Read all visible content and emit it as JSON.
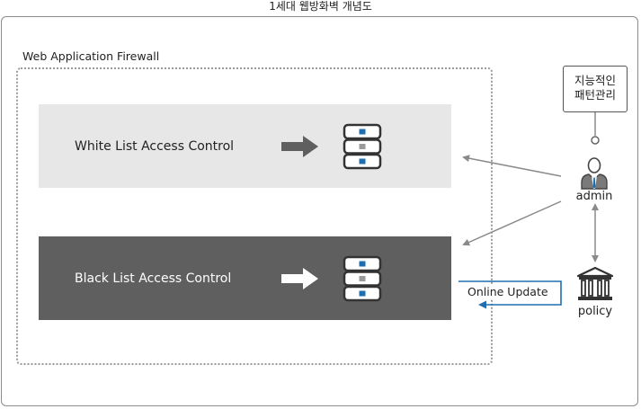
{
  "title": "1세대 웹방화벽 개념도",
  "waf": {
    "label": "Web Application Firewall",
    "panels": {
      "white": "White List Access Control",
      "black": "Black List Access Control"
    }
  },
  "pattern_box": {
    "line1": "지능적인",
    "line2": "패턴관리"
  },
  "admin": {
    "label": "admin",
    "icon": "admin-user-icon"
  },
  "policy": {
    "label": "policy",
    "icon": "bank-building-icon"
  },
  "online_update": {
    "label": "Online Update"
  },
  "colors": {
    "white_panel": "#e7e7e7",
    "black_panel": "#5f5f5f",
    "server_accent": "#1f6fb0",
    "update_line": "#1f6fb0",
    "connector": "#8a8a8a"
  }
}
